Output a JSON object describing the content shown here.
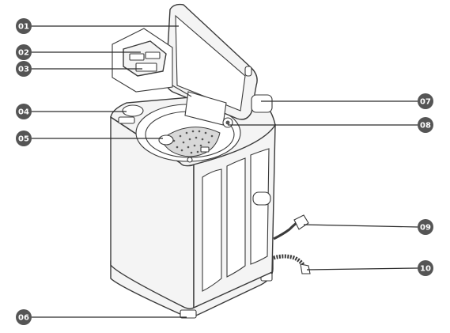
{
  "callouts": [
    {
      "id": "01",
      "label": "01"
    },
    {
      "id": "02",
      "label": "02"
    },
    {
      "id": "03",
      "label": "03"
    },
    {
      "id": "04",
      "label": "04"
    },
    {
      "id": "05",
      "label": "05"
    },
    {
      "id": "06",
      "label": "06"
    },
    {
      "id": "07",
      "label": "07"
    },
    {
      "id": "08",
      "label": "08"
    },
    {
      "id": "09",
      "label": "09"
    },
    {
      "id": "10",
      "label": "10"
    }
  ],
  "colors": {
    "badge": "#555555",
    "badge_text": "#ffffff",
    "line": "#2b2b2b",
    "cabinet": "#f4f4f4"
  }
}
